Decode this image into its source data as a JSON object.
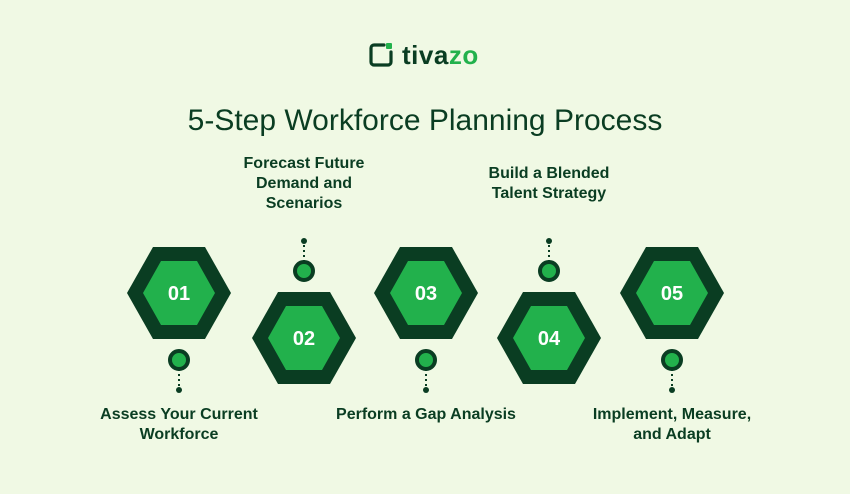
{
  "brand": {
    "name_main": "tiva",
    "name_accent": "zo"
  },
  "title": "5-Step Workforce Planning Process",
  "colors": {
    "dark": "#0a3d22",
    "bright": "#22b14c",
    "background": "#f0f9e4"
  },
  "steps": [
    {
      "number": "01",
      "label": "Assess Your Current Workforce"
    },
    {
      "number": "02",
      "label": "Forecast Future Demand and Scenarios"
    },
    {
      "number": "03",
      "label": "Perform a Gap Analysis"
    },
    {
      "number": "04",
      "label": "Build a Blended Talent Strategy"
    },
    {
      "number": "05",
      "label": "Implement, Measure, and Adapt"
    }
  ]
}
